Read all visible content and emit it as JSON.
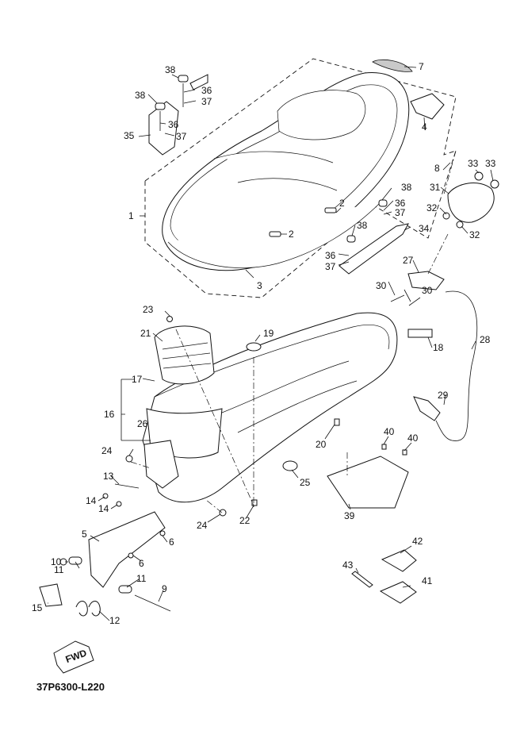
{
  "diagram": {
    "document_code": "37P6300-L220",
    "direction_label": "FWD",
    "callouts": [
      "1",
      "2",
      "2",
      "3",
      "4",
      "5",
      "6",
      "6",
      "7",
      "8",
      "9",
      "10",
      "11",
      "11",
      "12",
      "13",
      "14",
      "14",
      "15",
      "16",
      "17",
      "18",
      "19",
      "20",
      "21",
      "22",
      "23",
      "24",
      "24",
      "25",
      "26",
      "27",
      "28",
      "29",
      "30",
      "30",
      "31",
      "32",
      "32",
      "33",
      "33",
      "34",
      "35",
      "36",
      "36",
      "36",
      "37",
      "37",
      "37",
      "38",
      "38",
      "38",
      "38",
      "39",
      "40",
      "40",
      "41",
      "42",
      "43"
    ]
  }
}
